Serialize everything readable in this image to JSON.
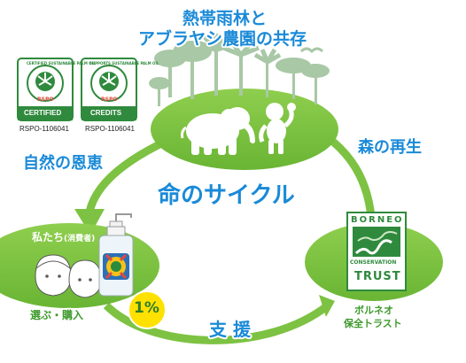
{
  "title": {
    "line1": "熱帯雨林と",
    "line2": "アブラヤシ農園の共存"
  },
  "center_label": "命のサイクル",
  "left_arrow_label": "自然の恩恵",
  "right_arrow_label": "森の再生",
  "bottom_arrow_label": "支 援",
  "consumer": {
    "title": "私たち",
    "title_note": "(消費者)",
    "action": "選ぶ・購入",
    "percent": "1%"
  },
  "trust": {
    "caption_line1": "ボルネオ",
    "caption_line2": "保全トラスト",
    "logo_top": "BORNEO",
    "logo_mid": "CONSERVATION",
    "logo_bottom": "TRUST"
  },
  "rspo": [
    {
      "label": "CERTIFIED",
      "ring_text": "CERTIFIED SUSTAINABLE PALM OIL",
      "mark": "RSPO",
      "code": "RSPO-1106041"
    },
    {
      "label": "CREDITS",
      "ring_text": "SUPPORTS SUSTAINABLE PALM OIL",
      "mark": "RSPO",
      "code": "RSPO-1106041"
    }
  ],
  "colors": {
    "green": "#7dc242",
    "green_dark": "#3c9a2a",
    "blue": "#1a8ad8",
    "yellow": "#ffe100",
    "rspo_green": "#2f8a3d"
  }
}
